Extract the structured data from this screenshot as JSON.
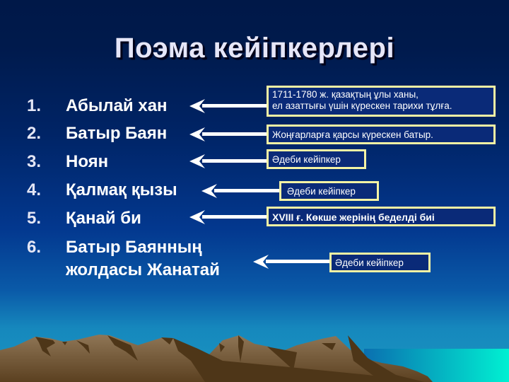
{
  "slide": {
    "title": "Поэма кейіпкерлері",
    "characters": [
      {
        "number": "1.",
        "name": "Абылай хан"
      },
      {
        "number": "2.",
        "name": "Батыр Баян"
      },
      {
        "number": "3.",
        "name": "Ноян"
      },
      {
        "number": "4.",
        "name": "Қалмақ қызы"
      },
      {
        "number": "5.",
        "name": "Қанай би"
      },
      {
        "number": "6.",
        "name_line1": "Батыр Баянның",
        "name_line2": "жолдасы Жанатай"
      }
    ],
    "descriptions": [
      {
        "line1": "1711-1780 ж. қазақтың ұлы ханы,",
        "line2": "ел азаттығы үшін күрескен тарихи тұлға."
      },
      {
        "text": "Жоңғарларға қарсы күрескен батыр."
      },
      {
        "text": "Әдеби кейіпкер"
      },
      {
        "text": "Әдеби кейіпкер"
      },
      {
        "text": "XVIII ғ. Көкше жерінің беделді биі"
      },
      {
        "text": "Әдеби кейіпкер"
      }
    ],
    "colors": {
      "box_border": "#f4f2a4",
      "box_fill": "#0a2a78",
      "mountain_light": "#8a7050",
      "mountain_dark": "#4e3618",
      "sea": "#00e8d0"
    }
  }
}
